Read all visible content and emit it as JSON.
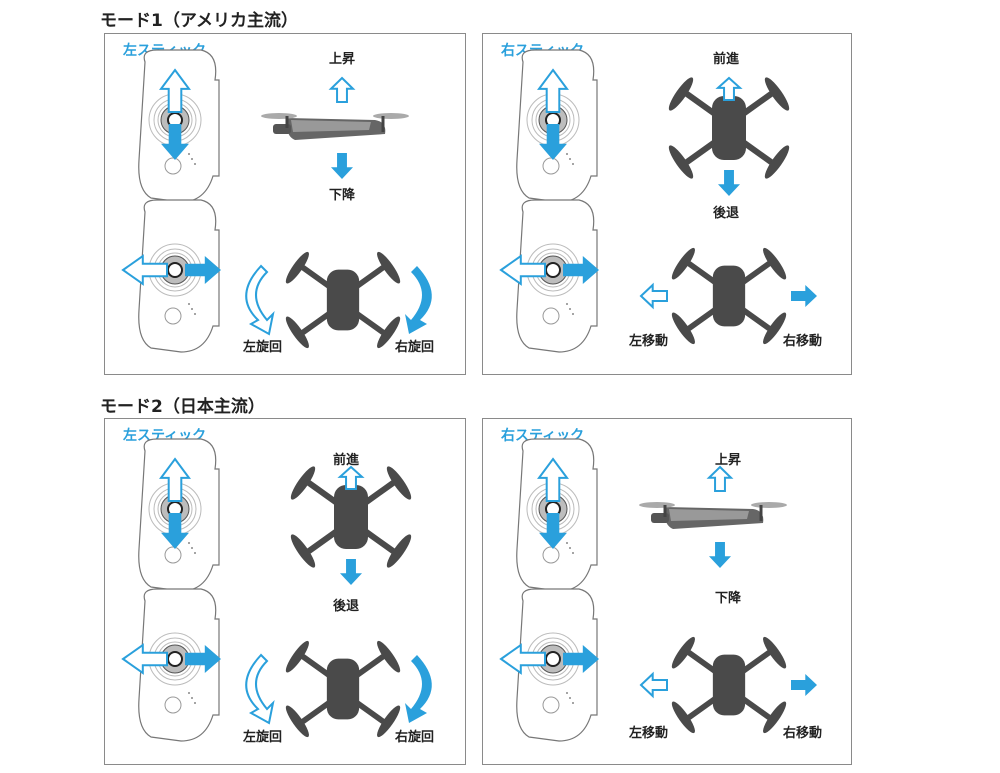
{
  "modes": [
    {
      "title": "モード1（アメリカ主流）",
      "panels": [
        {
          "stick_title": "左スティック",
          "top": {
            "drone": "side",
            "up": "上昇",
            "down": "下降"
          },
          "bottom": {
            "type": "rotate",
            "left": "左旋回",
            "right": "右旋回"
          }
        },
        {
          "stick_title": "右スティック",
          "top": {
            "drone": "top",
            "up": "前進",
            "down": "後退"
          },
          "bottom": {
            "type": "translate",
            "left": "左移動",
            "right": "右移動"
          }
        }
      ]
    },
    {
      "title": "モード2（日本主流）",
      "panels": [
        {
          "stick_title": "左スティック",
          "top": {
            "drone": "top",
            "up": "前進",
            "down": "後退"
          },
          "bottom": {
            "type": "rotate",
            "left": "左旋回",
            "right": "右旋回"
          }
        },
        {
          "stick_title": "右スティック",
          "top": {
            "drone": "side",
            "up": "上昇",
            "down": "下降"
          },
          "bottom": {
            "type": "translate",
            "left": "左移動",
            "right": "右移動"
          }
        }
      ]
    }
  ],
  "colors": {
    "accent": "#2aa0dc",
    "drone": "#4a4a4a",
    "frame": "#8a8a8a"
  }
}
